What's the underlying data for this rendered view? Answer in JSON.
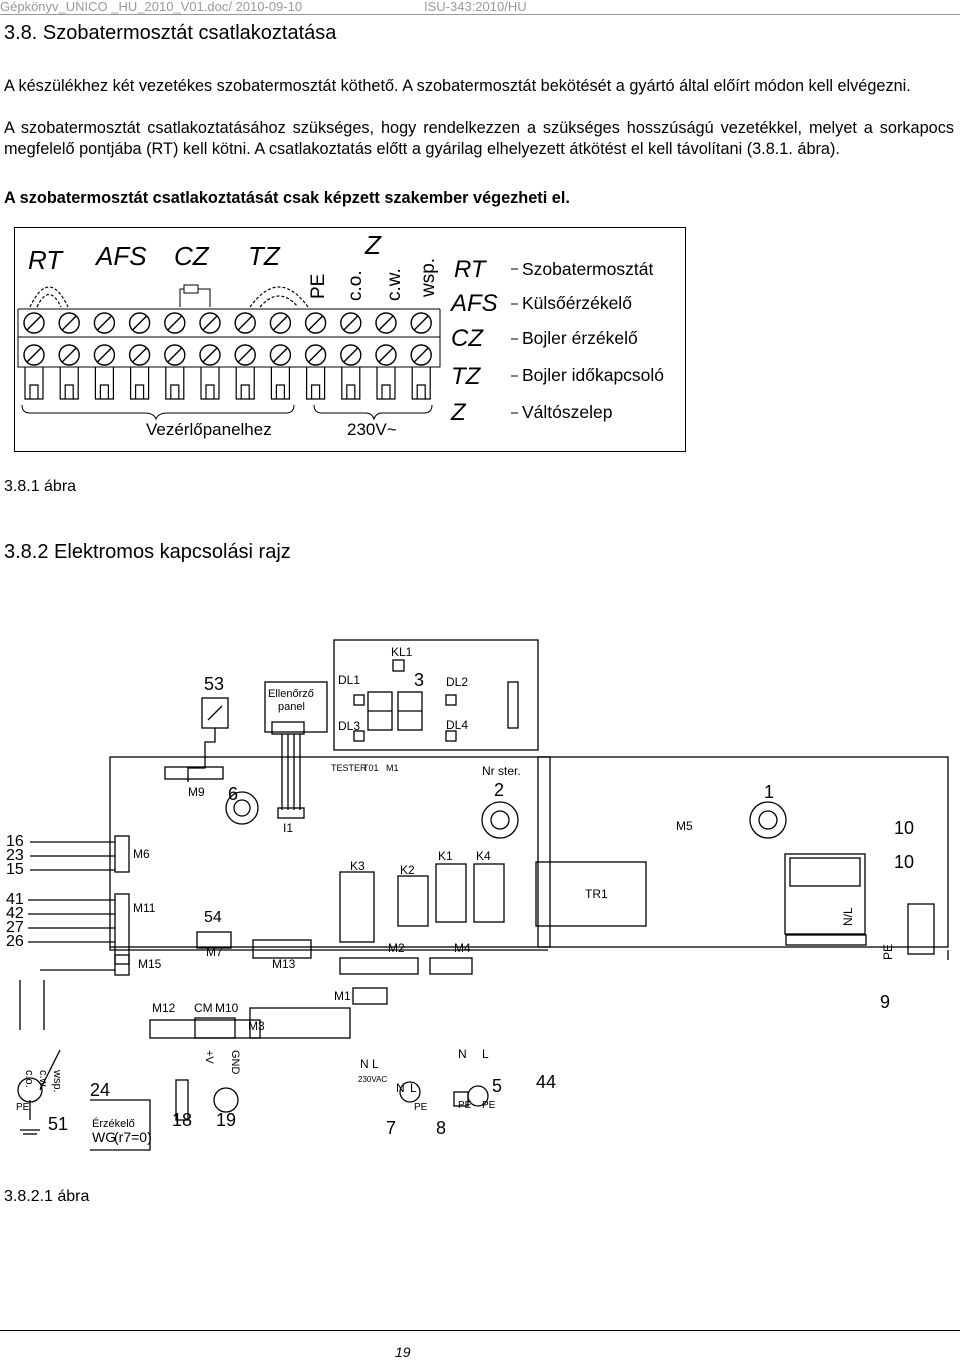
{
  "header": {
    "left": "Gépkönyv_UNICO _HU_2010_V01.doc/ 2010-09-10",
    "right": "ISU-343:2010/HU"
  },
  "section": {
    "title": "3.8. Szobatermosztát csatlakoztatása",
    "paragraph1": "A készülékhez két vezetékes szobatermosztát köthető. A szobatermosztát bekötését a gyártó által előírt módon kell elvégezni.",
    "paragraph2": "A szobatermosztát csatlakoztatásához szükséges, hogy rendelkezzen a szükséges hosszúságú vezetékkel, melyet a sorkapocs megfelelő pontjába (RT) kell kötni. A csatlakoztatás előtt a gyárilag elhelyezett átkötést el kell távolítani (3.8.1. ábra).",
    "warning": "A szobatermosztát csatlakoztatását csak képzett szakember végezheti el."
  },
  "figure1": {
    "top_labels": [
      "RT",
      "AFS",
      "CZ",
      "TZ"
    ],
    "z_label": "Z",
    "vertical_labels": [
      "PE",
      "c.o.",
      "c.w.",
      "wsp."
    ],
    "bottom_left": "Vezérlőpanelhez",
    "bottom_right": "230V~",
    "legend": [
      {
        "code": "RT",
        "desc": "Szobatermosztát"
      },
      {
        "code": "AFS",
        "desc": "Külsőérzékelő"
      },
      {
        "code": "CZ",
        "desc": "Bojler érzékelő"
      },
      {
        "code": "TZ",
        "desc": "Bojler időkapcsoló"
      },
      {
        "code": "Z",
        "desc": "Váltószelep"
      }
    ],
    "caption": "3.8.1 ábra"
  },
  "figure2": {
    "title": "3.8.2 Elektromos kapcsolási rajz",
    "caption": "3.8.2.1 ábra",
    "labels": {
      "kl1": "KL1",
      "dl1": "DL1",
      "dl2": "DL2",
      "dl3": "DL3",
      "dl4": "DL4",
      "num3": "3",
      "n53": "53",
      "ellenorzo1": "Ellenőrző",
      "ellenorzo2": "panel",
      "tester": "TESTER",
      "t01": "T01",
      "m1top": "M1",
      "nrster": "Nr ster.",
      "m9": "M9",
      "n6": "6",
      "i1": "I1",
      "n2": "2",
      "n1": "1",
      "m5": "M5",
      "n10a": "10",
      "n10b": "10",
      "n16": "16",
      "n23": "23",
      "n15": "15",
      "m6": "M6",
      "k3": "K3",
      "k2": "K2",
      "k1": "K1",
      "k4": "K4",
      "tr1": "TR1",
      "n41": "41",
      "n42": "42",
      "n27": "27",
      "n26": "26",
      "m11": "M11",
      "n54": "54",
      "m7": "M7",
      "m13": "M13",
      "m2": "M2",
      "m4": "M4",
      "m15": "M15",
      "nl": "N/L",
      "pe": "PE",
      "n9": "9",
      "m1": "M1",
      "m12": "M12",
      "cm": "CM",
      "m10": "M10",
      "m3": "M3",
      "co": "c.o.",
      "cw": "c.w.",
      "wsp": "wsp.",
      "vplus": "+V",
      "gnd": "GND",
      "n24": "24",
      "n51": "51",
      "n18": "18",
      "n19": "19",
      "erzekelo": "Érzékelő",
      "wg": "WG",
      "r7": "(r7=0)",
      "n_a": "N",
      "l_a": "L",
      "v230": "230VAC",
      "n_b": "N",
      "l_b": "L",
      "n_c": "N",
      "l_c": "L",
      "n7": "7",
      "n8": "8",
      "n5": "5",
      "n44": "44",
      "pe7": "PE",
      "pe8": "PE",
      "pe5": "PE",
      "pe51": "PE"
    }
  },
  "footer": {
    "page_number": "19"
  }
}
